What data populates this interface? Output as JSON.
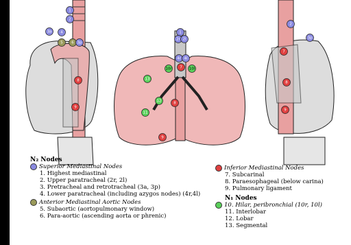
{
  "colors": {
    "superior": "#8a8ae0",
    "aortic": "#9a9a5a",
    "inferior": "#e04040",
    "n1": "#5ad05a"
  },
  "legend": {
    "n2_header": "N₂ Nodes",
    "superior_title": "Superior Mediastinal Nodes",
    "superior_items": [
      "1. Highest mediastinal",
      "2. Upper paratracheal (2r, 2l)",
      "3. Pretracheal and retrotracheal (3a, 3p)",
      "4. Lower paratracheal (including azygos nodes) (4r,4l)"
    ],
    "aortic_title": "Anterior Mediastinal Aortic Nodes",
    "aortic_items": [
      "5. Subaortic (aortopulmonary window)",
      "6. Para-aortic (ascending aorta or phrenic)"
    ],
    "inferior_title": "Inferior Mediastinal Nodes",
    "inferior_items": [
      "7. Subcarinal",
      "8. Paraesophageal (below carina)",
      "9. Pulmonary ligament"
    ],
    "n1_header": "N₁ Nodes",
    "n1_items": [
      "10. Hilar, peribronchial (10r, 10l)",
      "11. Interlobar",
      "12. Lobar",
      "13. Segmental"
    ]
  },
  "diagram_nodes": {
    "left": [
      "1",
      "2",
      "3a",
      "4",
      "5",
      "6",
      "3p",
      "8",
      "9"
    ],
    "center": [
      "1",
      "2r",
      "2l",
      "4r",
      "4l",
      "7",
      "10r",
      "10l",
      "11",
      "12",
      "13",
      "8",
      "9"
    ],
    "right": [
      "2",
      "3p",
      "7",
      "8",
      "9"
    ]
  }
}
